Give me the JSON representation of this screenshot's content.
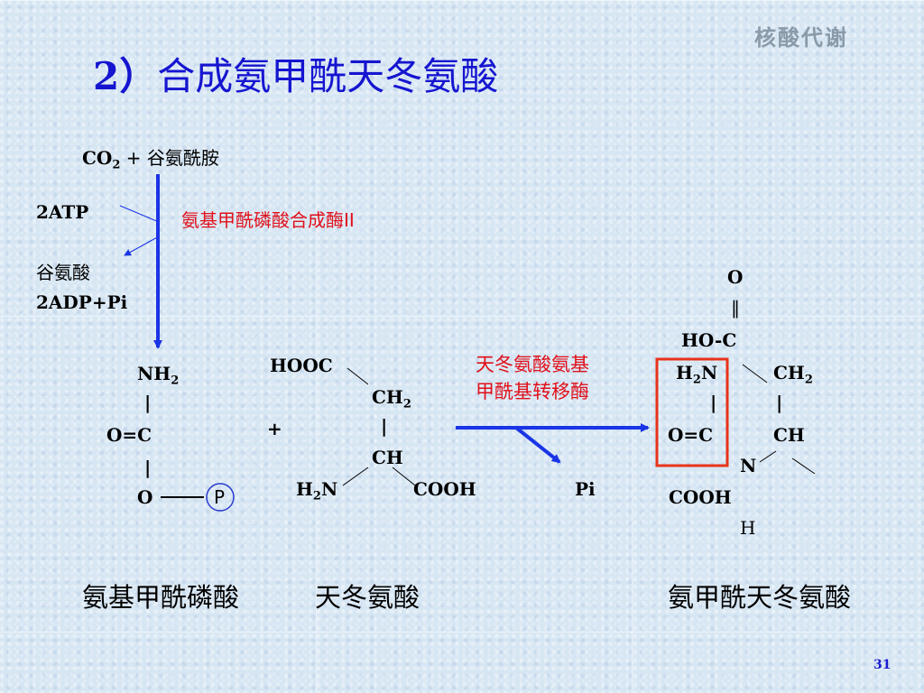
{
  "header": {
    "corner_label": "核酸代谢",
    "title_number": "2）",
    "title_text": "合成氨甲酰天冬氨酸"
  },
  "reaction1": {
    "substrate_co2_main": "CO",
    "substrate_co2_sub": "2",
    "plus_and_glutamine": " +  谷氨酰胺",
    "cofactor_in": "2ATP",
    "product_glutamate": "谷氨酸",
    "product_adp": "2ADP+Pi",
    "enzyme": "氨基甲酰磷酸合成酶II"
  },
  "carbamoyl_phosphate": {
    "nh2_main": "NH",
    "nh2_sub": "2",
    "bond1": "|",
    "oc": "O=C",
    "bond2": "|",
    "o": "O",
    "p": "P"
  },
  "aspartate": {
    "plus": "+",
    "hooc": "HOOC",
    "ch2_main": "CH",
    "ch2_sub": "2",
    "bond": "|",
    "ch": "CH",
    "h2n_h": "H",
    "h2n_sub": "2",
    "h2n_n": "N",
    "cooh": "COOH"
  },
  "reaction2": {
    "enzyme_line1": "天冬氨酸氨基",
    "enzyme_line2": "甲酰基转移酶",
    "pi": "Pi"
  },
  "product": {
    "o_top": "O",
    "double_bond": "‖",
    "hoc": "HO-C",
    "h2n_h": "H",
    "h2n_sub": "2",
    "h2n_n": "N",
    "ch2_main": "CH",
    "ch2_sub": "2",
    "bond_left": "|",
    "bond_right": "|",
    "oc": "O=C",
    "ch": "CH",
    "n": "N",
    "cooh": "COOH",
    "h": "H"
  },
  "captions": {
    "carbamoyl_phosphate": "氨基甲酰磷酸",
    "aspartate": "天冬氨酸",
    "product": "氨甲酰天冬氨酸"
  },
  "footer": {
    "page_number": "31"
  },
  "colors": {
    "title": "#1515d0",
    "enzyme_text": "#e0101a",
    "arrow": "#1a35e6",
    "highlight_box": "#e8331a",
    "background": "#d7e6f3"
  }
}
